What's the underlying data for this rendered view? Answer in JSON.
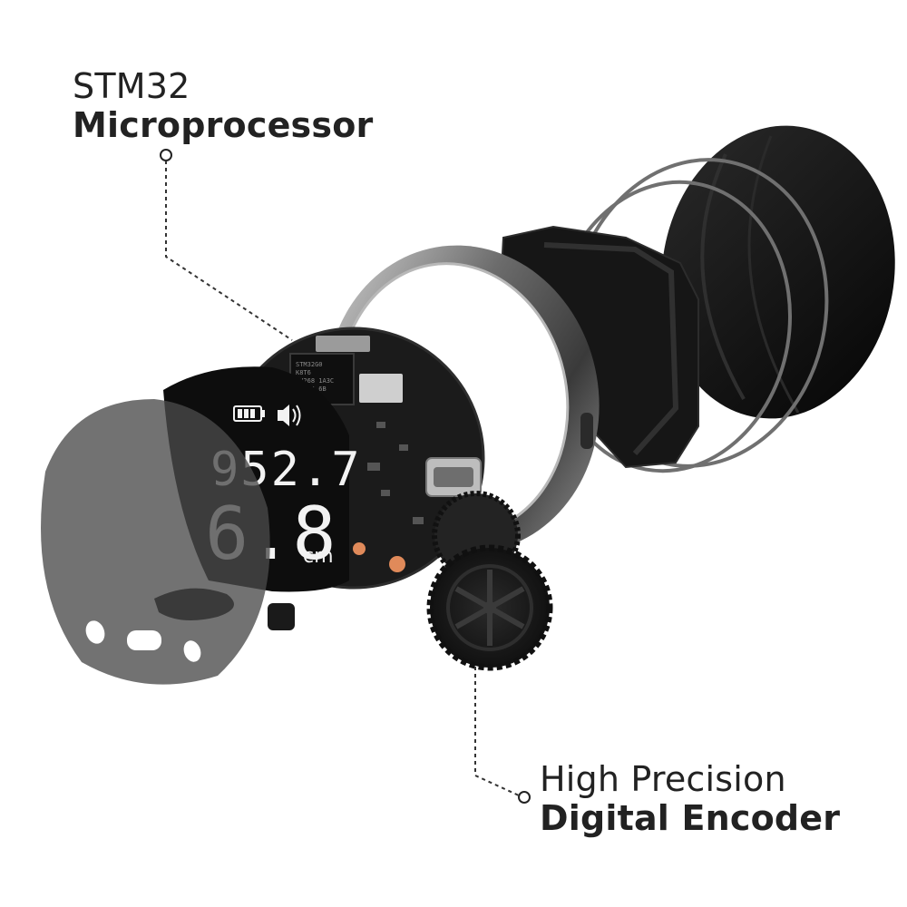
{
  "callouts": {
    "microprocessor": {
      "line1": "STM32",
      "line2": "Microprocessor"
    },
    "encoder": {
      "line1": "High Precision",
      "line2": "Digital Encoder"
    }
  },
  "display": {
    "reading_top": "952.7",
    "reading_bottom": "6.8",
    "unit": "cm",
    "icons": [
      "battery-icon",
      "speaker-icon"
    ]
  },
  "pcb": {
    "chip_text": [
      "STM32G0",
      "K8T6",
      "GH268 1A3C",
      "CHN14 6B"
    ]
  },
  "colors": {
    "background": "#ffffff",
    "label_text": "#222222",
    "lcd_segment": "#f2f2f2",
    "pcb": "#1b1b1b",
    "metal_ring": "#8a8a8a",
    "back_cover": "#0e0e0e",
    "front_lens": "#4a4a4a",
    "button_orange": "#e08a5a"
  }
}
